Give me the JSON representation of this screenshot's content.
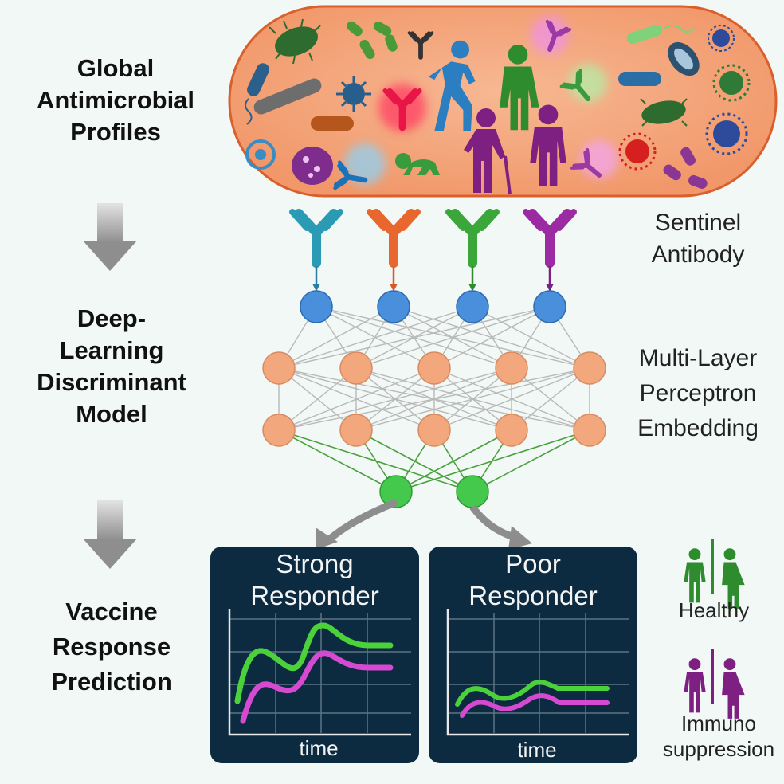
{
  "stages": {
    "profiles": [
      "Global",
      "Antimicrobial",
      "Profiles"
    ],
    "model": [
      "Deep-",
      "Learning",
      "Discriminant",
      "Model"
    ],
    "prediction": [
      "Vaccine",
      "Response",
      "Prediction"
    ]
  },
  "components": {
    "antibody": [
      "Sentinel",
      "Antibody"
    ],
    "mlp": [
      "Multi-Layer",
      "Perceptron",
      "Embedding"
    ]
  },
  "outcomes": {
    "strong": {
      "title": [
        "Strong",
        "Responder"
      ],
      "axis": "time"
    },
    "poor": {
      "title": [
        "Poor",
        "Responder"
      ],
      "axis": "time"
    }
  },
  "legend": {
    "healthy": "Healthy",
    "immuno": [
      "Immuno",
      "suppression"
    ]
  },
  "colors": {
    "capsule_fill": "#f3a57d",
    "capsule_stroke": "#d9602c",
    "input_node": "#4a8fdc",
    "hidden_node": "#f2a77c",
    "output_node": "#45c94c",
    "panel": "#0d2b40",
    "healthy": "#2e8b2e",
    "immuno": "#7e1f82"
  },
  "icons": [
    "antibody-icon",
    "bacterium-icon",
    "virus-icon",
    "person-icon",
    "arrow-down-icon",
    "curved-arrow-icon"
  ]
}
